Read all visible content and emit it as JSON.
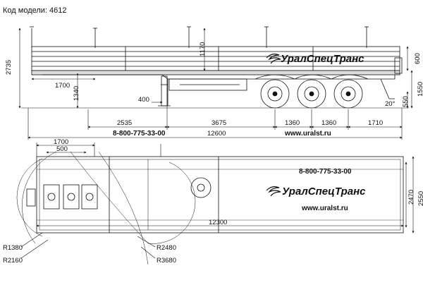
{
  "header": {
    "model_label": "Код модели: 4612"
  },
  "brand": {
    "name": "УралСпецТранс",
    "phone": "8-800-775-33-00",
    "site": "www.uralst.ru"
  },
  "side_view": {
    "dims": {
      "h_total": "2735",
      "h_1170": "1170",
      "h_1340": "1340",
      "w_1700": "1700",
      "w_400": "400",
      "h_600": "600",
      "h_1550": "1550",
      "h_550": "550",
      "angle": "20°",
      "s1": "2535",
      "s2": "3675",
      "s3": "1360",
      "s4": "1360",
      "s5": "1710",
      "total": "12600"
    }
  },
  "top_view": {
    "dims": {
      "w_1700": "1700",
      "w_500": "500",
      "w_2470": "2470",
      "w_2550": "2550",
      "len": "12300",
      "r1": "R1380",
      "r2": "R2160",
      "r3": "R2480",
      "r4": "R3680"
    }
  }
}
